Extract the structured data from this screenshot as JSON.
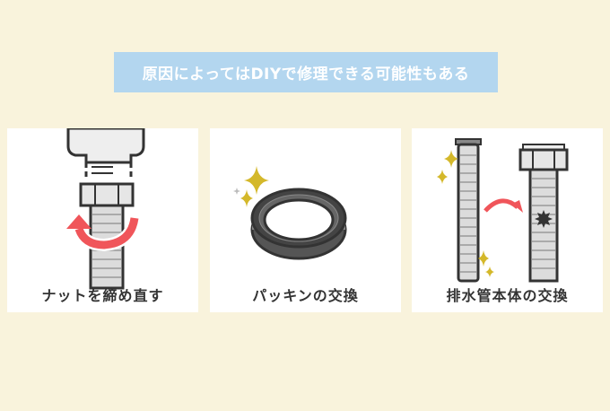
{
  "banner": {
    "text": "原因によってはDIYで修理できる可能性もある",
    "background": "#b3d6ef"
  },
  "panels": [
    {
      "caption": "ナットを締め直す",
      "illustration": "nut-tighten-arrow"
    },
    {
      "caption": "パッキンの交換",
      "illustration": "gasket-ring-sparkle"
    },
    {
      "caption": "排水管本体の交換",
      "illustration": "drain-pipe-replace"
    }
  ],
  "colors": {
    "background": "#f9f3dc",
    "panel": "#ffffff",
    "arrow": "#f0555a",
    "sparkle": "#d4b82a",
    "outline": "#333333",
    "pipe_fill": "#dcdcdc"
  }
}
